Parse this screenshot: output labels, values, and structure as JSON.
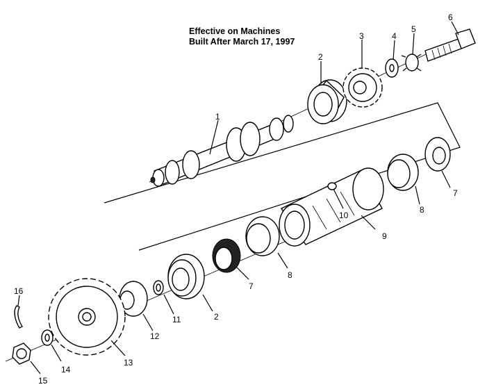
{
  "note": {
    "line1": "Effective on Machines",
    "line2": "Built After March 17, 1997"
  },
  "callouts": {
    "c1": "1",
    "c2a": "2",
    "c2b": "2",
    "c3": "3",
    "c4": "4",
    "c5": "5",
    "c6": "6",
    "c7a": "7",
    "c7b": "7",
    "c8a": "8",
    "c8b": "8",
    "c9": "9",
    "c10": "10",
    "c11": "11",
    "c12": "12",
    "c13": "13",
    "c14": "14",
    "c15": "15",
    "c16": "16"
  }
}
